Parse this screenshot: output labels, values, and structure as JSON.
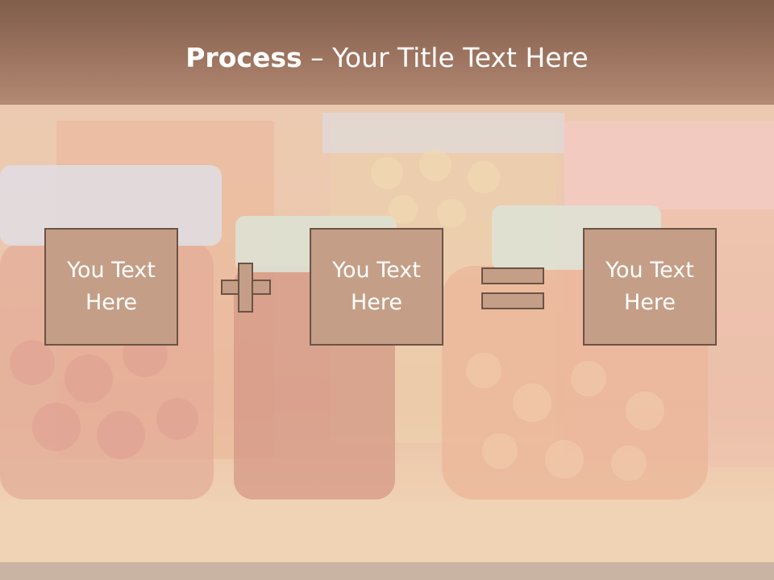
{
  "title": {
    "bold": "Process",
    "rest": " – Your Title Text Here"
  },
  "boxes": [
    {
      "text": "You Text Here"
    },
    {
      "text": "You Text Here"
    },
    {
      "text": "You Text Here"
    }
  ],
  "operators": [
    "plus",
    "equals"
  ],
  "colors": {
    "box_fill": "#c49e86",
    "box_border": "#6b5346",
    "title_band": "#9d7460"
  }
}
